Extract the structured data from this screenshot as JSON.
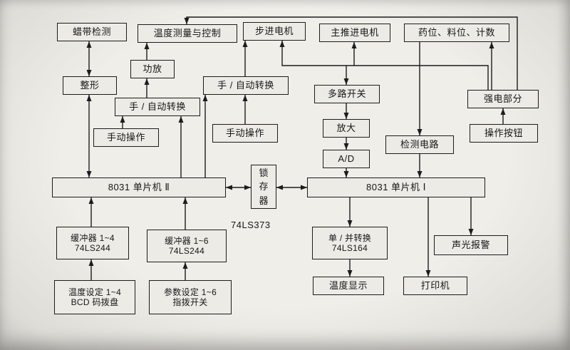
{
  "colors": {
    "ink": "#1c1c1c",
    "paper": "#edebe6"
  },
  "blocks": {
    "wax_tape_detect": {
      "label": "蜡带检测"
    },
    "temp_measure_control": {
      "label": "温度测量与控制"
    },
    "stepper_motor": {
      "label": "步进电机"
    },
    "main_drive_motor": {
      "label": "主推进电机"
    },
    "levels_count": {
      "label": "药位、料位、计数"
    },
    "shaping": {
      "label": "整形"
    },
    "power_amp": {
      "label": "功放"
    },
    "manual_auto_left": {
      "label": "手 / 自动转换"
    },
    "manual_auto_mid": {
      "label": "手 / 自动转换"
    },
    "multiplexer": {
      "label": "多路开关"
    },
    "power_section": {
      "label": "强电部分"
    },
    "manual_op_left": {
      "label": "手动操作"
    },
    "manual_op_mid": {
      "label": "手动操作"
    },
    "amplify": {
      "label": "放大"
    },
    "detect_circuit": {
      "label": "检测电路"
    },
    "op_buttons": {
      "label": "操作按钮"
    },
    "ad_converter": {
      "label": "A/D"
    },
    "mcu2": {
      "label": "8031 单片机  Ⅱ"
    },
    "latch": {
      "l1": "锁",
      "l2": "存",
      "l3": "器",
      "chip": "74LS373"
    },
    "mcu1": {
      "label": "8031 单片机  Ⅰ"
    },
    "buffer_1_4": {
      "line1": "缓冲器 1~4",
      "line2": "74LS244"
    },
    "buffer_1_6": {
      "line1": "缓冲器 1~6",
      "line2": "74LS244"
    },
    "serial_parallel": {
      "line1": "单 / 并转换",
      "line2": "74LS164"
    },
    "alarm": {
      "label": "声光报警"
    },
    "temp_setting": {
      "line1": "温度设定 1~4",
      "line2": "BCD 码拨盘"
    },
    "param_setting": {
      "line1": "参数设定 1~6",
      "line2": "指拨开关"
    },
    "temp_display": {
      "label": "温度显示"
    },
    "printer": {
      "label": "打印机"
    }
  },
  "connections": [
    {
      "from": "wax_tape_detect",
      "to": "shaping",
      "dir": "both"
    },
    {
      "from": "shaping",
      "to": "mcu2",
      "dir": "both"
    },
    {
      "from": "power_amp",
      "to": "temp_measure_control",
      "dir": "up"
    },
    {
      "from": "manual_auto_left",
      "to": "power_amp",
      "dir": "up"
    },
    {
      "from": "manual_op_left",
      "to": "manual_auto_left",
      "dir": "up"
    },
    {
      "from": "mcu2",
      "to": "manual_auto_left",
      "dir": "up"
    },
    {
      "from": "manual_auto_mid",
      "to": "stepper_motor",
      "dir": "up"
    },
    {
      "from": "manual_op_mid",
      "to": "manual_auto_mid",
      "dir": "up"
    },
    {
      "from": "mcu2",
      "to": "manual_auto_mid",
      "dir": "up"
    },
    {
      "from": "multiplexer",
      "to": "amplify",
      "dir": "down"
    },
    {
      "from": "amplify",
      "to": "ad_converter",
      "dir": "down"
    },
    {
      "from": "ad_converter",
      "to": "mcu1",
      "dir": "down"
    },
    {
      "from": "mcu2",
      "to": "latch",
      "dir": "both"
    },
    {
      "from": "latch",
      "to": "mcu1",
      "dir": "both"
    },
    {
      "from": "levels_count",
      "to": "detect_circuit",
      "dir": "down"
    },
    {
      "from": "detect_circuit",
      "to": "mcu1",
      "dir": "down"
    },
    {
      "from": "op_buttons",
      "to": "power_section",
      "dir": "up"
    },
    {
      "from": "power_section",
      "to": "levels_count",
      "dir": "up"
    },
    {
      "from": "power_section",
      "to": "temp_measure_control",
      "dir": "down"
    },
    {
      "from": "power_section",
      "to": "stepper_motor",
      "dir": "up"
    },
    {
      "from": "power_section",
      "to": "main_drive_motor",
      "dir": "up"
    },
    {
      "from": "power_section",
      "to": "multiplexer",
      "dir": "down"
    },
    {
      "from": "mcu1",
      "to": "serial_parallel",
      "dir": "down"
    },
    {
      "from": "serial_parallel",
      "to": "temp_display",
      "dir": "down"
    },
    {
      "from": "mcu1",
      "to": "printer",
      "dir": "down"
    },
    {
      "from": "mcu1",
      "to": "alarm",
      "dir": "down"
    },
    {
      "from": "buffer_1_4",
      "to": "mcu2",
      "dir": "up"
    },
    {
      "from": "buffer_1_6",
      "to": "mcu2",
      "dir": "up"
    },
    {
      "from": "temp_setting",
      "to": "buffer_1_4",
      "dir": "up"
    },
    {
      "from": "param_setting",
      "to": "buffer_1_6",
      "dir": "up"
    }
  ]
}
